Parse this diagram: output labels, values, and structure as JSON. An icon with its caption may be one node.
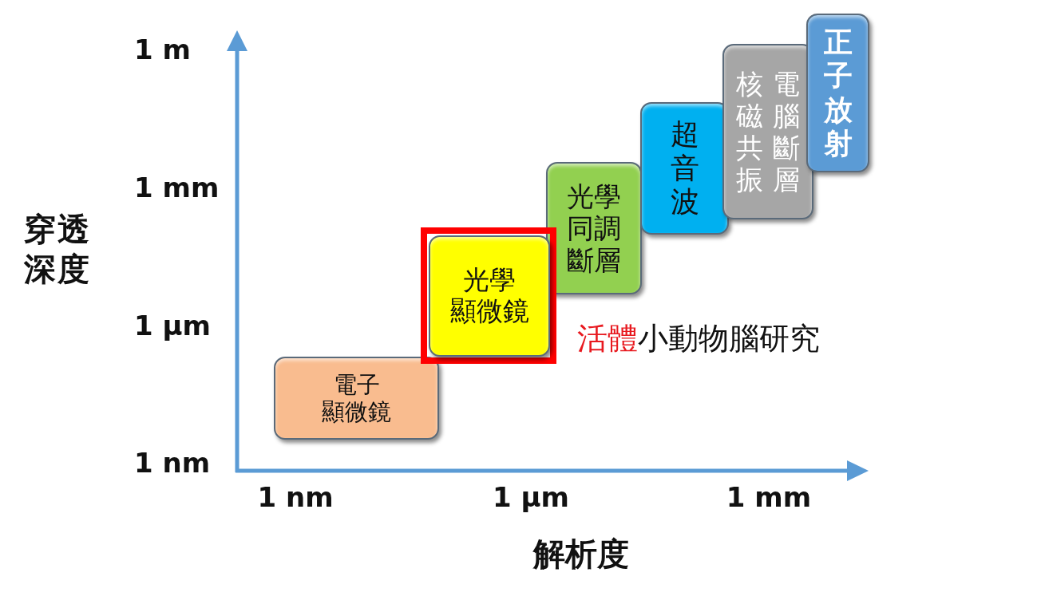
{
  "diagram": {
    "nodes": [
      {
        "text": [
          "電子",
          "顯微鏡"
        ]
      },
      {
        "text": [
          "光學",
          "顯微鏡"
        ]
      },
      {
        "text": [
          "光學同調斷層"
        ]
      },
      {
        "text": [
          "超音波"
        ]
      },
      {
        "text": [
          "核磁共振",
          "電腦斷層"
        ]
      },
      {
        "text": [
          "正子放射"
        ]
      }
    ],
    "edges": [],
    "labels": [
      "1 m",
      "1 mm",
      "1 μm",
      "1 nm",
      "穿透深度",
      "1 nm",
      "1 μm",
      "1 mm",
      "解析度",
      "活體",
      "小動物腦研究"
    ]
  }
}
